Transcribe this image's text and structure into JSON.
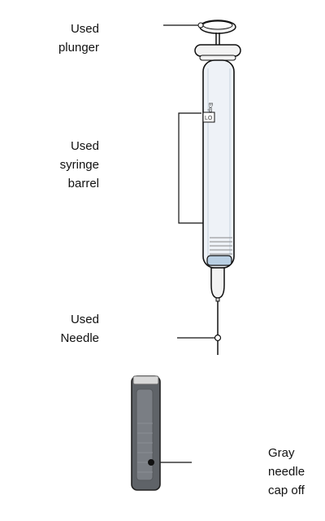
{
  "labels": {
    "plunger": [
      "Used",
      "plunger"
    ],
    "barrel": [
      "Used",
      "syringe",
      "barrel"
    ],
    "needle": [
      "Used",
      "Needle"
    ],
    "cap": [
      "Gray",
      "needle",
      "cap off"
    ]
  },
  "syringe": {
    "exp_text": "Exp",
    "lot_text": "LO"
  },
  "colors": {
    "line": "#111111",
    "barrel_fill": "#eef2f7",
    "stopper_fill": "#b9cfe3",
    "cap_dark": "#5f6368",
    "cap_light": "#d9d9d9"
  }
}
